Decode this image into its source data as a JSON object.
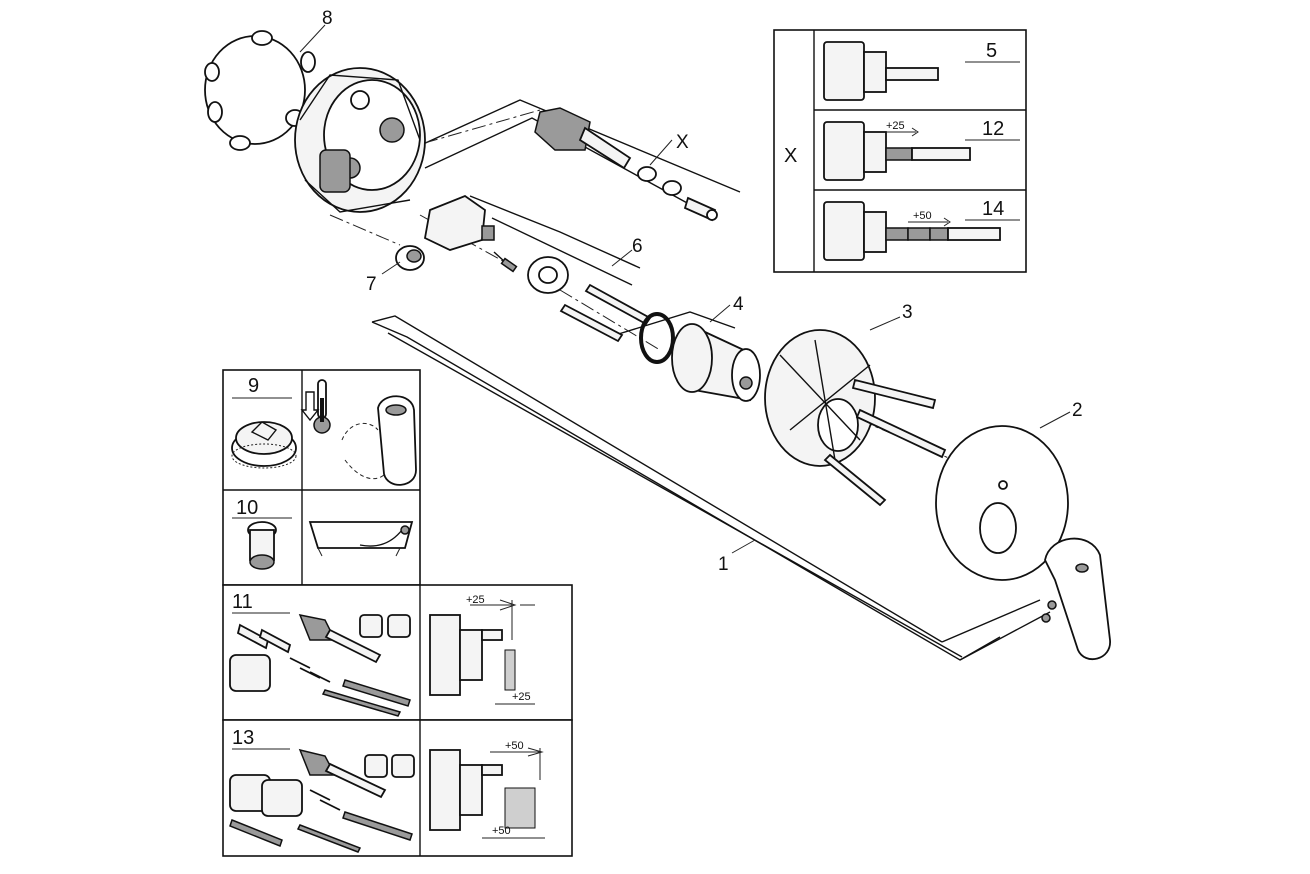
{
  "callouts": {
    "c1": "1",
    "c2": "2",
    "c3": "3",
    "c4": "4",
    "c6": "6",
    "c7": "7",
    "c8": "8",
    "cX": "X"
  },
  "variant_box": {
    "x_label": "X",
    "rows": [
      {
        "num": "5",
        "dim": ""
      },
      {
        "num": "12",
        "dim": "+25"
      },
      {
        "num": "14",
        "dim": "+50"
      }
    ]
  },
  "accessories": {
    "a9": "9",
    "a10": "10",
    "a11": "11",
    "a13": "13",
    "a11_dim_top": "+25",
    "a11_dim_bottom": "+25",
    "a13_dim_top": "+50",
    "a13_dim_bottom": "+50"
  }
}
